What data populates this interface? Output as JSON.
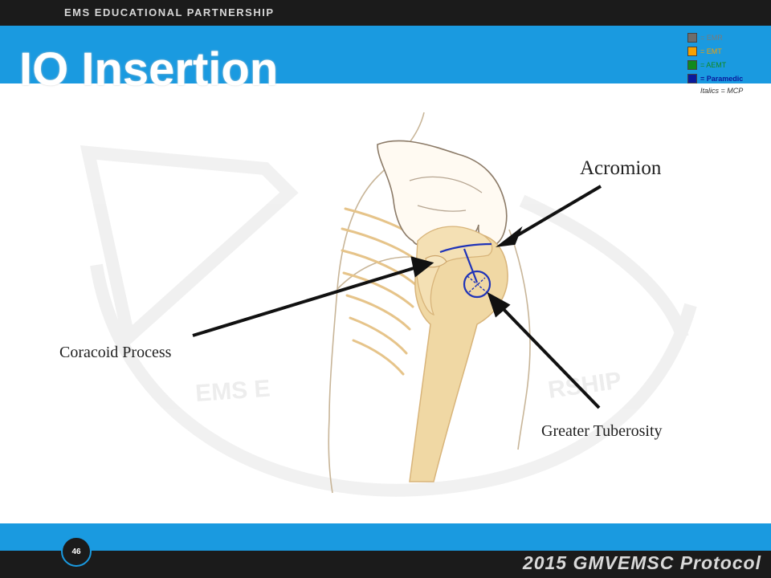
{
  "header": {
    "organization": "EMS EDUCATIONAL PARTNERSHIP",
    "title": "IO Insertion"
  },
  "legend": {
    "items": [
      {
        "label": "= EMR",
        "color": "#6d6d6d",
        "text_color": "#7a7a7a"
      },
      {
        "label": "= EMT",
        "color": "#f5a000",
        "text_color": "#f5a000"
      },
      {
        "label": "= AEMT",
        "color": "#12891e",
        "text_color": "#12891e"
      },
      {
        "label": "= Paramedic",
        "color": "#0a1a9c",
        "text_color": "#0a1a9c"
      }
    ],
    "note": "Italics = MCP"
  },
  "diagram": {
    "labels": {
      "acromion": "Acromion",
      "coracoid": "Coracoid Process",
      "greater_tuberosity": "Greater Tuberosity"
    },
    "watermark": {
      "left_text": "EMS E",
      "right_text": "RSHIP"
    }
  },
  "footer": {
    "page_number": "46",
    "protocol": "2015 GMVEMSC Protocol"
  },
  "colors": {
    "brand_blue": "#1a9ae0",
    "dark_bar": "#1b1b1b",
    "bone": "#f0d8a4",
    "skin_line": "#c8b598",
    "landmark_blue": "#1f33b8"
  }
}
